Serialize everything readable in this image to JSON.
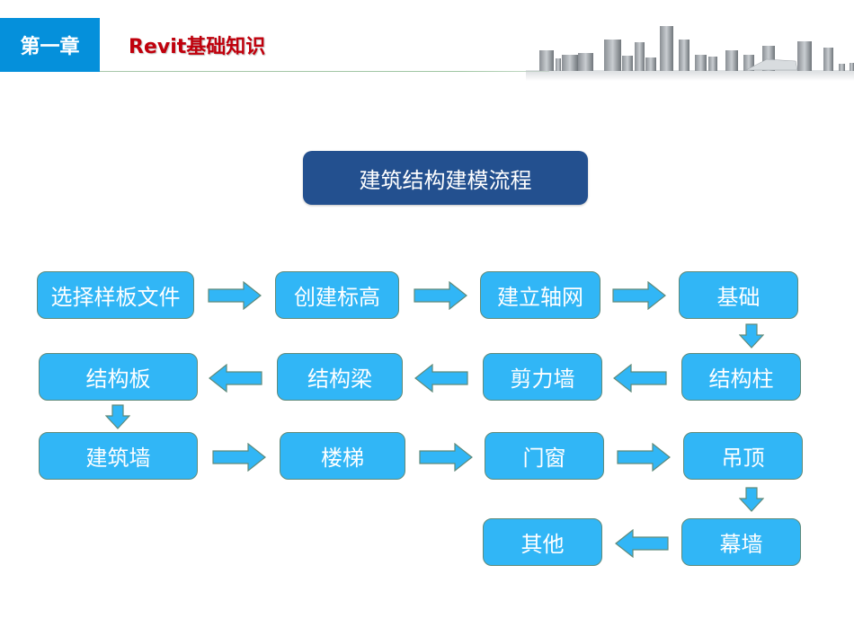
{
  "header": {
    "chapter_label": "第一章",
    "chapter_title": "Revit基础知识",
    "chapter_tab_color": "#0590db",
    "title_color": "#c0000c",
    "skyline_image": "city-skyline"
  },
  "diagram": {
    "title": "建筑结构建模流程",
    "title_bg_color": "#23508f",
    "node_color": "#31b6f6",
    "node_border_color": "#5f8a7a",
    "nodes": [
      {
        "id": "template",
        "label": "选择样板文件"
      },
      {
        "id": "levels",
        "label": "创建标高"
      },
      {
        "id": "grids",
        "label": "建立轴网"
      },
      {
        "id": "foundation",
        "label": "基础"
      },
      {
        "id": "column",
        "label": "结构柱"
      },
      {
        "id": "shear-wall",
        "label": "剪力墙"
      },
      {
        "id": "beam",
        "label": "结构梁"
      },
      {
        "id": "slab",
        "label": "结构板"
      },
      {
        "id": "arch-wall",
        "label": "建筑墙"
      },
      {
        "id": "stairs",
        "label": "楼梯"
      },
      {
        "id": "doors-windows",
        "label": "门窗"
      },
      {
        "id": "ceiling",
        "label": "吊顶"
      },
      {
        "id": "curtain-wall",
        "label": "幕墙"
      },
      {
        "id": "other",
        "label": "其他"
      }
    ],
    "edges": [
      {
        "from": "template",
        "to": "levels",
        "direction": "right"
      },
      {
        "from": "levels",
        "to": "grids",
        "direction": "right"
      },
      {
        "from": "grids",
        "to": "foundation",
        "direction": "right"
      },
      {
        "from": "foundation",
        "to": "column",
        "direction": "down"
      },
      {
        "from": "column",
        "to": "shear-wall",
        "direction": "left"
      },
      {
        "from": "shear-wall",
        "to": "beam",
        "direction": "left"
      },
      {
        "from": "beam",
        "to": "slab",
        "direction": "left"
      },
      {
        "from": "slab",
        "to": "arch-wall",
        "direction": "down"
      },
      {
        "from": "arch-wall",
        "to": "stairs",
        "direction": "right"
      },
      {
        "from": "stairs",
        "to": "doors-windows",
        "direction": "right"
      },
      {
        "from": "doors-windows",
        "to": "ceiling",
        "direction": "right"
      },
      {
        "from": "ceiling",
        "to": "curtain-wall",
        "direction": "down"
      },
      {
        "from": "curtain-wall",
        "to": "other",
        "direction": "left"
      }
    ]
  }
}
